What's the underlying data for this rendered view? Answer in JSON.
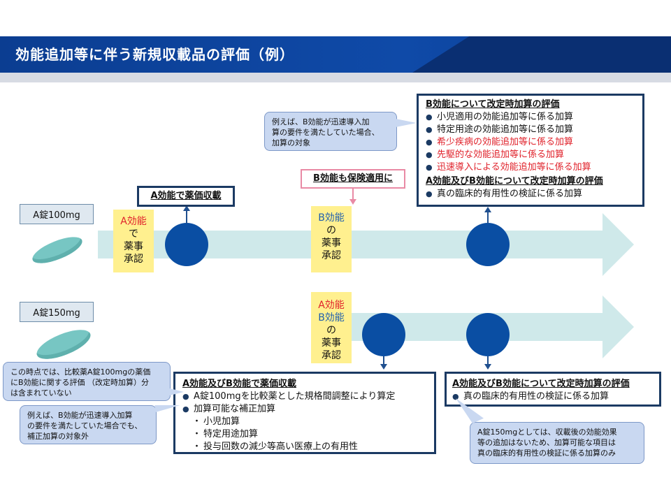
{
  "header": {
    "title": "効能追加等に伴う新規収載品の評価（例）"
  },
  "rows": {
    "a100_label": "A錠100mg",
    "a150_label": "A錠150mg"
  },
  "approval": {
    "a": {
      "line1": "A効能",
      "line2": "で",
      "line3": "薬事",
      "line4": "承認"
    },
    "b": {
      "line1": "B効能",
      "line2": "の",
      "line3": "薬事",
      "line4": "承認"
    },
    "ab": {
      "line1": "A効能",
      "line2": "B効能",
      "line3": "の",
      "line4": "薬事",
      "line5": "承認"
    }
  },
  "listing_box": {
    "text": "A効能で薬価収載"
  },
  "insurance_box": {
    "text": "B効能も保険適用に"
  },
  "eval_box": {
    "heading1": "B効能について改定時加算の評価",
    "items1": [
      {
        "text": "小児適用の効能追加等に係る加算",
        "color": "#111111"
      },
      {
        "text": "特定用途の効能追加等に係る加算",
        "color": "#111111"
      },
      {
        "text": "希少疾病の効能追加等に係る加算",
        "color": "#e0222b"
      },
      {
        "text": "先駆的な効能追加等に係る加算",
        "color": "#e0222b"
      },
      {
        "text": "迅速導入による効能追加等に係る加算",
        "color": "#e0222b"
      }
    ],
    "heading2": "A効能及びB効能について改定時加算の評価",
    "items2": [
      "真の臨床的有用性の検証に係る加算"
    ]
  },
  "callout_top": {
    "line1": "例えば、B効能が迅速導入加",
    "line2": "算の要件を満たしていた場合、",
    "line3": "加算の対象"
  },
  "listing150_box": {
    "heading": "A効能及びB効能で薬価収載",
    "item1": "A錠100mgを比較薬とした規格間調整により算定",
    "item2": "加算可能な補正加算",
    "subitems": [
      "小児加算",
      "特定用途加算",
      "投与回数の減少等高い医療上の有用性"
    ]
  },
  "eval150_box": {
    "heading": "A効能及びB効能について改定時加算の評価",
    "item": "真の臨床的有用性の検証に係る加算"
  },
  "callout_left1": {
    "line1": "この時点では、比較薬A錠100mgの薬価",
    "line2": "にB効能に関する評価 （改定時加算）分",
    "line3": "は含まれていない"
  },
  "callout_left2": {
    "line1": "例えば、B効能が迅速導入加算",
    "line2": "の要件を満たしていた場合でも、",
    "line3": "補正加算の対象外"
  },
  "callout_bottom": {
    "line1": "A錠150mgとしては、収載後の効能効果",
    "line2": "等の追加はないため、加算可能な項目は",
    "line3": "真の臨床的有用性の検証に係る加算のみ"
  }
}
